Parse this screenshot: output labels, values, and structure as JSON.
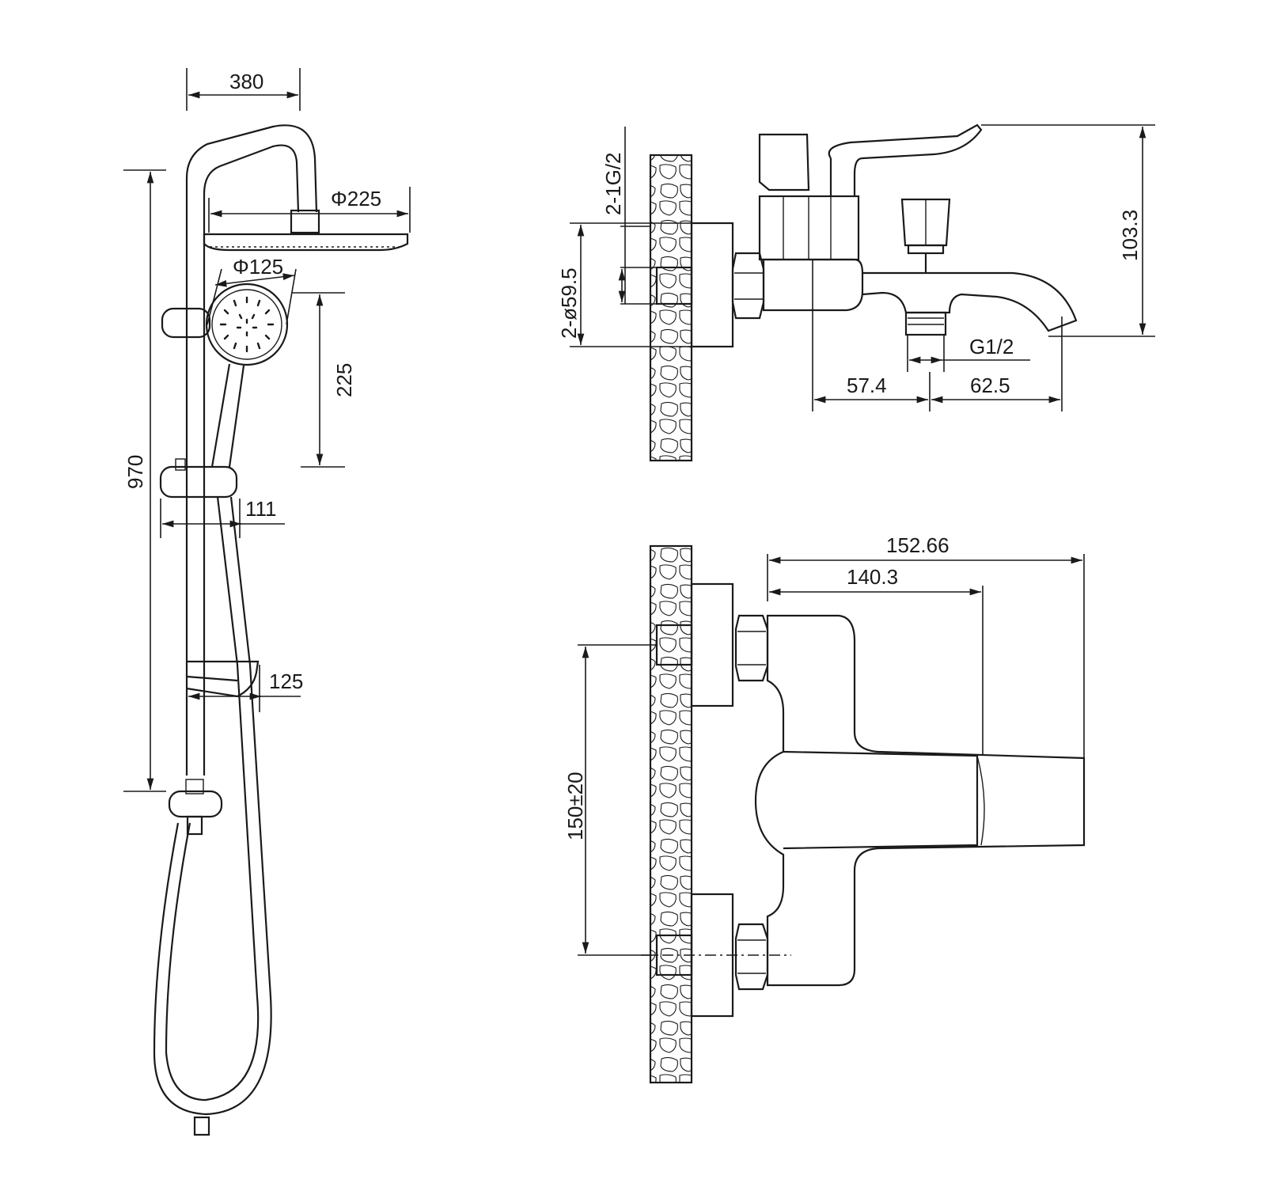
{
  "shower_column": {
    "dim_width": "380",
    "dim_height": "970",
    "dim_head_diameter": "Φ225",
    "dim_hand_shower_diameter": "Φ125",
    "dim_hand_shower_height": "225",
    "dim_holder_offset": "111",
    "dim_shelf_depth": "125"
  },
  "mixer_side_view": {
    "dim_inlet": "2-1G/2",
    "dim_escutcheon": "2-ø59.5",
    "dim_height": "103.3",
    "dim_outlet_thread": "G1/2",
    "dim_body_depth": "57.4",
    "dim_spout_reach": "62.5"
  },
  "mixer_top_view": {
    "dim_total_depth": "152.66",
    "dim_body_depth": "140.3",
    "dim_centers": "150±20"
  }
}
